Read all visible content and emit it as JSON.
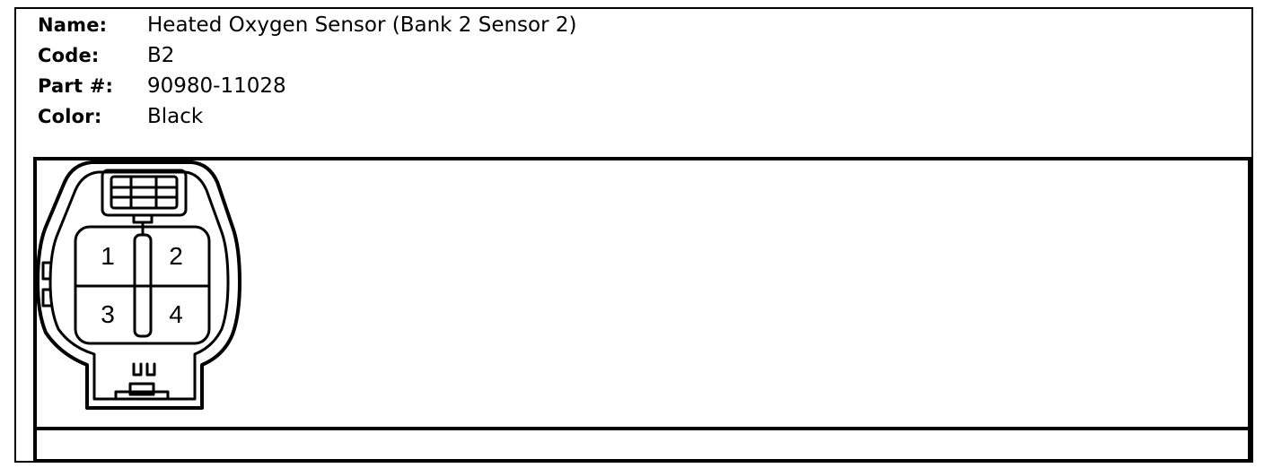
{
  "info": {
    "name_label": "Name:",
    "name_value": "Heated Oxygen Sensor (Bank 2 Sensor 2)",
    "code_label": "Code:",
    "code_value": "B2",
    "part_label": "Part #:",
    "part_value": "90980-11028",
    "color_label": "Color:",
    "color_value": "Black"
  },
  "connector": {
    "pins": [
      "1",
      "2",
      "3",
      "4"
    ]
  },
  "colors": {
    "line": "#000000",
    "background": "#ffffff"
  }
}
